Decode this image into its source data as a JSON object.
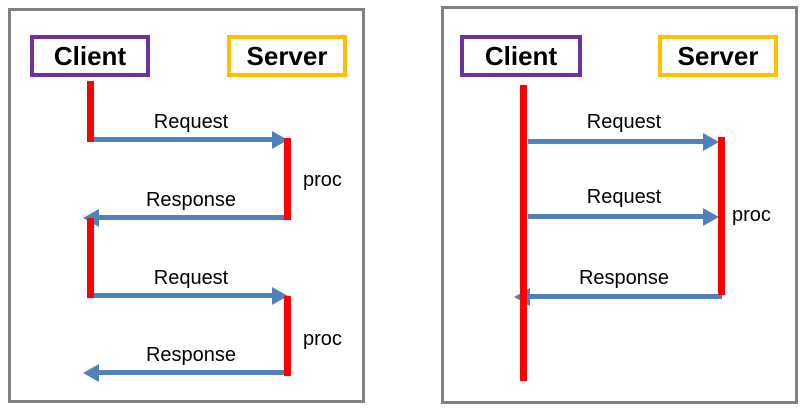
{
  "colors": {
    "panel_border": "#808080",
    "client_border": "#7030A0",
    "server_border": "#FFC000",
    "lifeline": "#FF0000",
    "arrow": "#4F81BD"
  },
  "diagrams": [
    {
      "panel": "left",
      "pattern": "sequential-request-response",
      "actors": {
        "client": "Client",
        "server": "Server"
      },
      "messages": [
        {
          "label": "Request",
          "direction": "client-to-server"
        },
        {
          "label": "Response",
          "direction": "server-to-client"
        },
        {
          "label": "Request",
          "direction": "client-to-server"
        },
        {
          "label": "Response",
          "direction": "server-to-client"
        }
      ],
      "proc_labels": [
        "proc",
        "proc"
      ]
    },
    {
      "panel": "right",
      "pattern": "pipelined-requests",
      "actors": {
        "client": "Client",
        "server": "Server"
      },
      "messages": [
        {
          "label": "Request",
          "direction": "client-to-server"
        },
        {
          "label": "Request",
          "direction": "client-to-server"
        },
        {
          "label": "Response",
          "direction": "server-to-client"
        }
      ],
      "proc_labels": [
        "proc"
      ]
    }
  ]
}
